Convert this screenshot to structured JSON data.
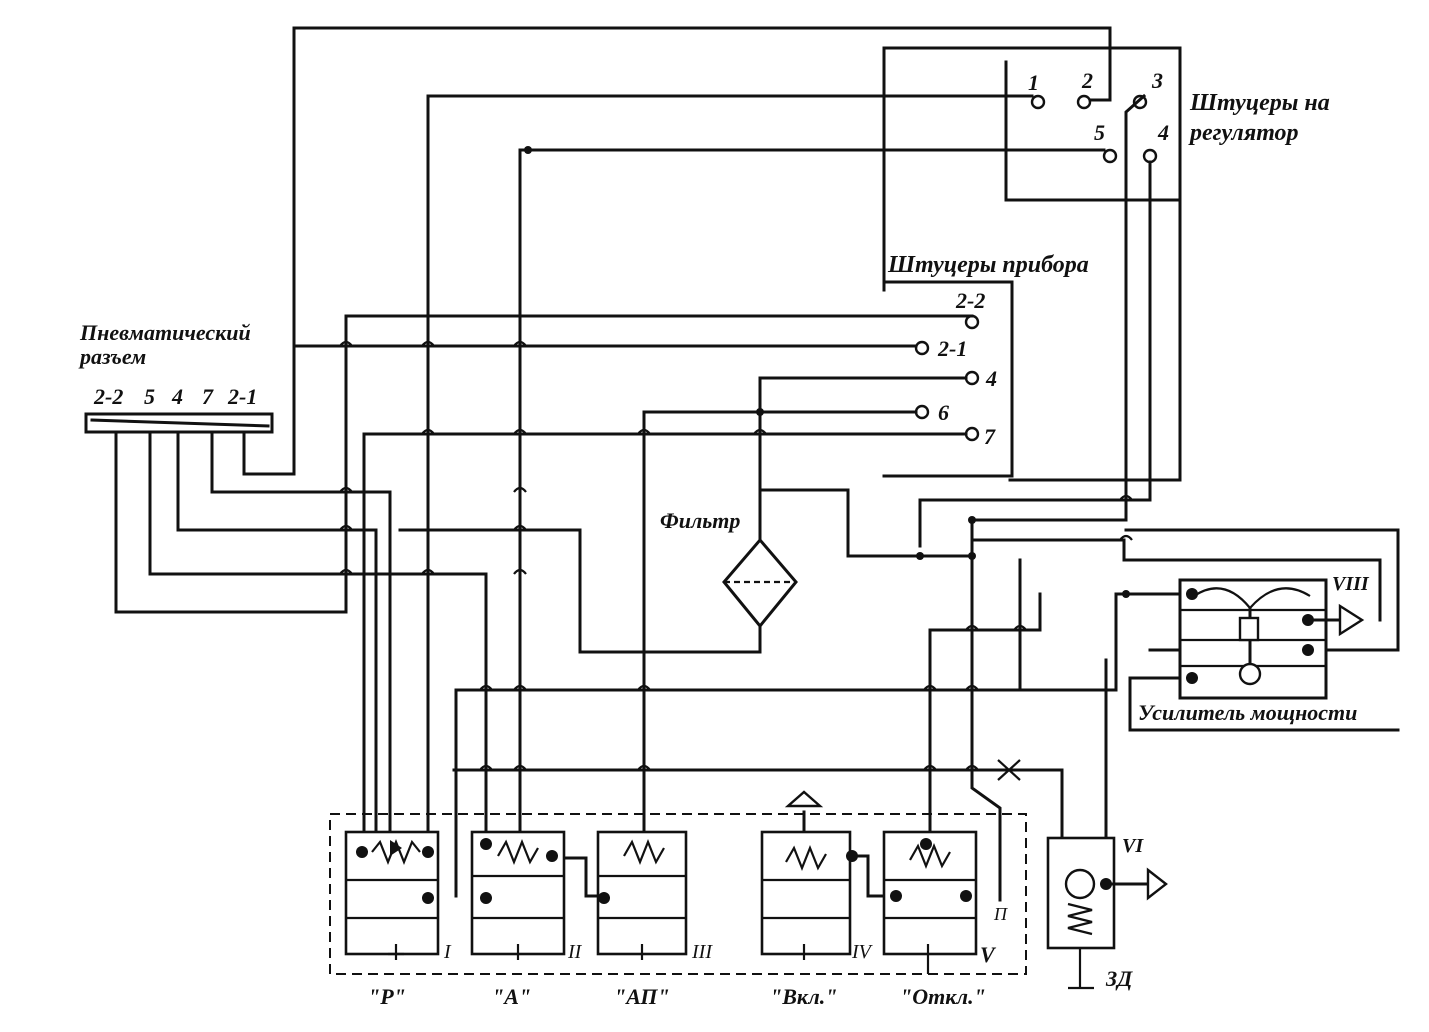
{
  "labels": {
    "regulator_ports_title_1": "Штуцеры на",
    "regulator_ports_title_2": "регулятор",
    "device_ports_title": "Штуцеры прибора",
    "connector_title_1": "Пневматический",
    "connector_title_2": "разъем",
    "filter": "Фильтр",
    "amplifier": "Усилитель мощности"
  },
  "regulator_ports": [
    "1",
    "2",
    "3",
    "5",
    "4"
  ],
  "device_ports": [
    "2-2",
    "2-1",
    "4",
    "6",
    "7"
  ],
  "connector_pins": [
    "2-2",
    "5",
    "4",
    "7",
    "2-1"
  ],
  "valves": [
    {
      "numeral": "I",
      "caption": "\"Р\""
    },
    {
      "numeral": "II",
      "caption": "\"А\""
    },
    {
      "numeral": "III",
      "caption": "\"АП\""
    },
    {
      "numeral": "IV",
      "caption": "\"Вкл.\""
    },
    {
      "numeral": "V",
      "caption": "\"Откл.\""
    }
  ],
  "extra_marks": {
    "p_mark": "П",
    "relay_numeral": "VI",
    "relay_label": "ЗД",
    "amplifier_numeral": "VIII"
  }
}
